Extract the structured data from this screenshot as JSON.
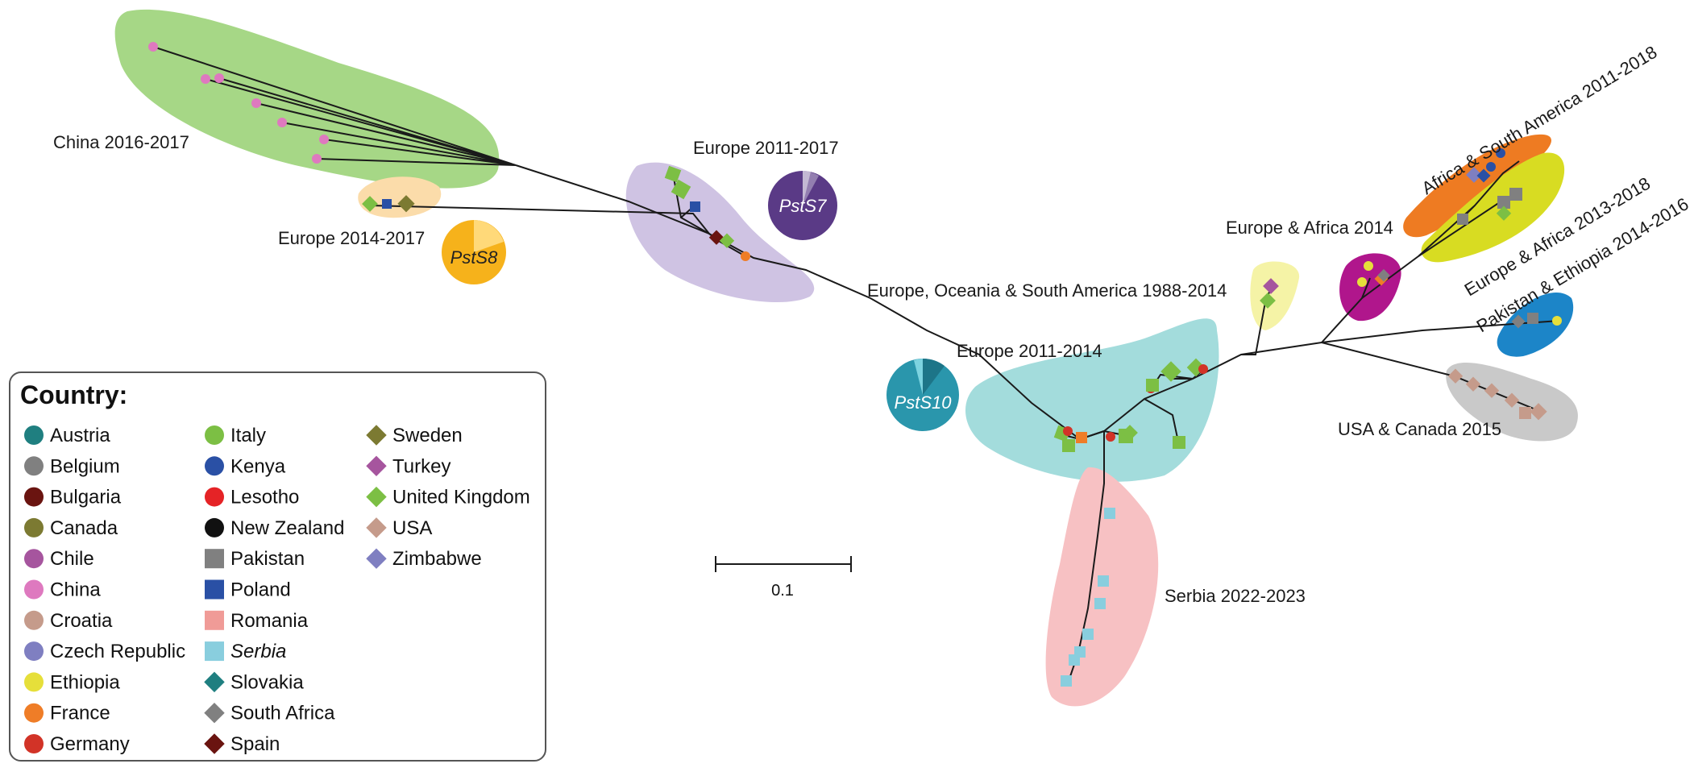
{
  "clusters": [
    {
      "label": "China 2016-2017",
      "color": "#a6d786"
    },
    {
      "label": "Europe 2014-2017",
      "color": "#fbdcaa"
    },
    {
      "label": "Europe 2011-2017",
      "color": "#cfc3e3"
    },
    {
      "label": "Europe, Oceania & South America 1988-2014",
      "color": "#f5f3a6"
    },
    {
      "label": "Europe 2011-2014",
      "color": "#a3dcdc"
    },
    {
      "label": "Serbia 2022-2023",
      "color": "#f7c1c3"
    },
    {
      "label": "Europe & Africa 2014",
      "color": "#b0168c"
    },
    {
      "label": "Africa & South America 2011-2018",
      "color": "#ee7b22"
    },
    {
      "label": "Europe & Africa 2013-2018",
      "color": "#d8dc22"
    },
    {
      "label": "Pakistan & Ethiopia 2014-2016",
      "color": "#1c85c8"
    },
    {
      "label": "USA & Canada 2015",
      "color": "#c9c9c9"
    }
  ],
  "pies": [
    {
      "label": "PstS7",
      "color": "#5a3a86"
    },
    {
      "label": "PstS8",
      "color": "#f6b21b"
    },
    {
      "label": "PstS10",
      "color": "#2a96ac"
    }
  ],
  "scale": {
    "label": "0.1"
  },
  "legend": {
    "title": "Country:",
    "items": [
      {
        "name": "Austria",
        "shape": "circle",
        "color": "#1f7f80"
      },
      {
        "name": "Belgium",
        "shape": "circle",
        "color": "#808080"
      },
      {
        "name": "Bulgaria",
        "shape": "circle",
        "color": "#6a1410"
      },
      {
        "name": "Canada",
        "shape": "circle",
        "color": "#7c7a32"
      },
      {
        "name": "Chile",
        "shape": "circle",
        "color": "#a6559e"
      },
      {
        "name": "China",
        "shape": "circle",
        "color": "#de79bf"
      },
      {
        "name": "Croatia",
        "shape": "circle",
        "color": "#c59b8b"
      },
      {
        "name": "Czech Republic",
        "shape": "circle",
        "color": "#7f7fc1"
      },
      {
        "name": "Ethiopia",
        "shape": "circle",
        "color": "#e6df3a"
      },
      {
        "name": "France",
        "shape": "circle",
        "color": "#ef7d27"
      },
      {
        "name": "Germany",
        "shape": "circle",
        "color": "#d23327"
      },
      {
        "name": "Italy",
        "shape": "circle",
        "color": "#7cbf44"
      },
      {
        "name": "Kenya",
        "shape": "circle",
        "color": "#2a50a5"
      },
      {
        "name": "Lesotho",
        "shape": "circle",
        "color": "#e52326"
      },
      {
        "name": "New Zealand",
        "shape": "circle",
        "color": "#111111"
      },
      {
        "name": "Pakistan",
        "shape": "square",
        "color": "#808080"
      },
      {
        "name": "Poland",
        "shape": "square",
        "color": "#2a50a5"
      },
      {
        "name": "Romania",
        "shape": "square",
        "color": "#f09b97"
      },
      {
        "name": "Serbia",
        "shape": "square",
        "color": "#89cede",
        "italic": true
      },
      {
        "name": "Slovakia",
        "shape": "diamond",
        "color": "#1f7f80"
      },
      {
        "name": "South Africa",
        "shape": "diamond",
        "color": "#808080"
      },
      {
        "name": "Spain",
        "shape": "diamond",
        "color": "#6a1410"
      },
      {
        "name": "Sweden",
        "shape": "diamond",
        "color": "#7c7a32"
      },
      {
        "name": "Turkey",
        "shape": "diamond",
        "color": "#a6559e"
      },
      {
        "name": "United Kingdom",
        "shape": "diamond",
        "color": "#7cbf44"
      },
      {
        "name": "USA",
        "shape": "diamond",
        "color": "#c59b8b"
      },
      {
        "name": "Zimbabwe",
        "shape": "diamond",
        "color": "#7f7fc1"
      }
    ]
  }
}
